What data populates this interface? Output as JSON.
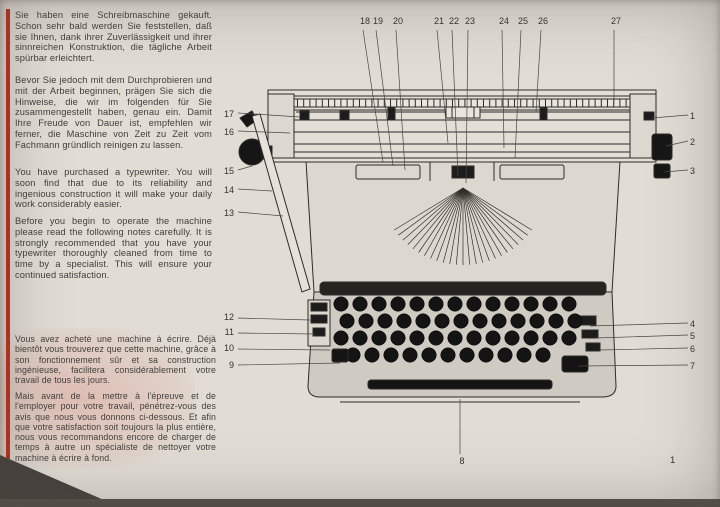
{
  "page": {
    "number": "1"
  },
  "intro": {
    "german": {
      "para1": "Sie haben eine Schreibmaschine gekauft. Schon sehr bald werden Sie feststellen, daß sie Ihnen, dank ihrer Zuverlässigkeit und ihrer sinnreichen Konstruktion, die tägliche Arbeit spürbar erleichtert.",
      "para2": "Bevor Sie jedoch mit dem Durchprobieren und mit der Arbeit beginnen, prägen Sie sich die Hinweise, die wir im folgenden für Sie zusammengestellt haben, genau ein. Damit Ihre Freude von Dauer ist, empfehlen wir ferner, die Maschine von Zeit zu Zeit vom Fachmann gründlich reinigen zu lassen."
    },
    "english": {
      "para1": "You have purchased a typewriter. You will soon find that due to its reliability and ingenious construction it will make your daily work considerably easier.",
      "para2": "Before you begin to operate the machine please read the following notes carefully. It is strongly recommended that you have your typewriter thoroughly cleaned from time to time by a specialist. This will ensure your continued satisfaction."
    },
    "french": {
      "para1": "Vous avez acheté une machine à écrire. Déjà bientôt vous trouverez que cette machine, grâce à son fonctionnement sûr et sa construction ingénieuse, facilitera considérablement votre travail de tous les jours.",
      "para2": "Mais avant de la mettre à l'épreuve et de l'employer pour votre travail, pénétrez-vous des avis que nous vous donnons ci-dessous. Et afin que votre satisfaction soit toujours la plus entière, nous vous recommandons encore de charger de temps à autre un spécialiste de nettoyer votre machine à écrire à fond."
    }
  },
  "callouts": {
    "top": [
      "18",
      "19",
      "20",
      "21",
      "22",
      "23",
      "24",
      "25",
      "26",
      "27"
    ],
    "left": [
      "17",
      "16",
      "15",
      "14",
      "13",
      "12",
      "11",
      "10",
      "9"
    ],
    "right": [
      "1",
      "2",
      "3",
      "4",
      "5",
      "6",
      "7"
    ],
    "bottom": [
      "8"
    ]
  },
  "colors": {
    "accent_red": "#c22c1c",
    "paper": "#e1ddd5"
  }
}
